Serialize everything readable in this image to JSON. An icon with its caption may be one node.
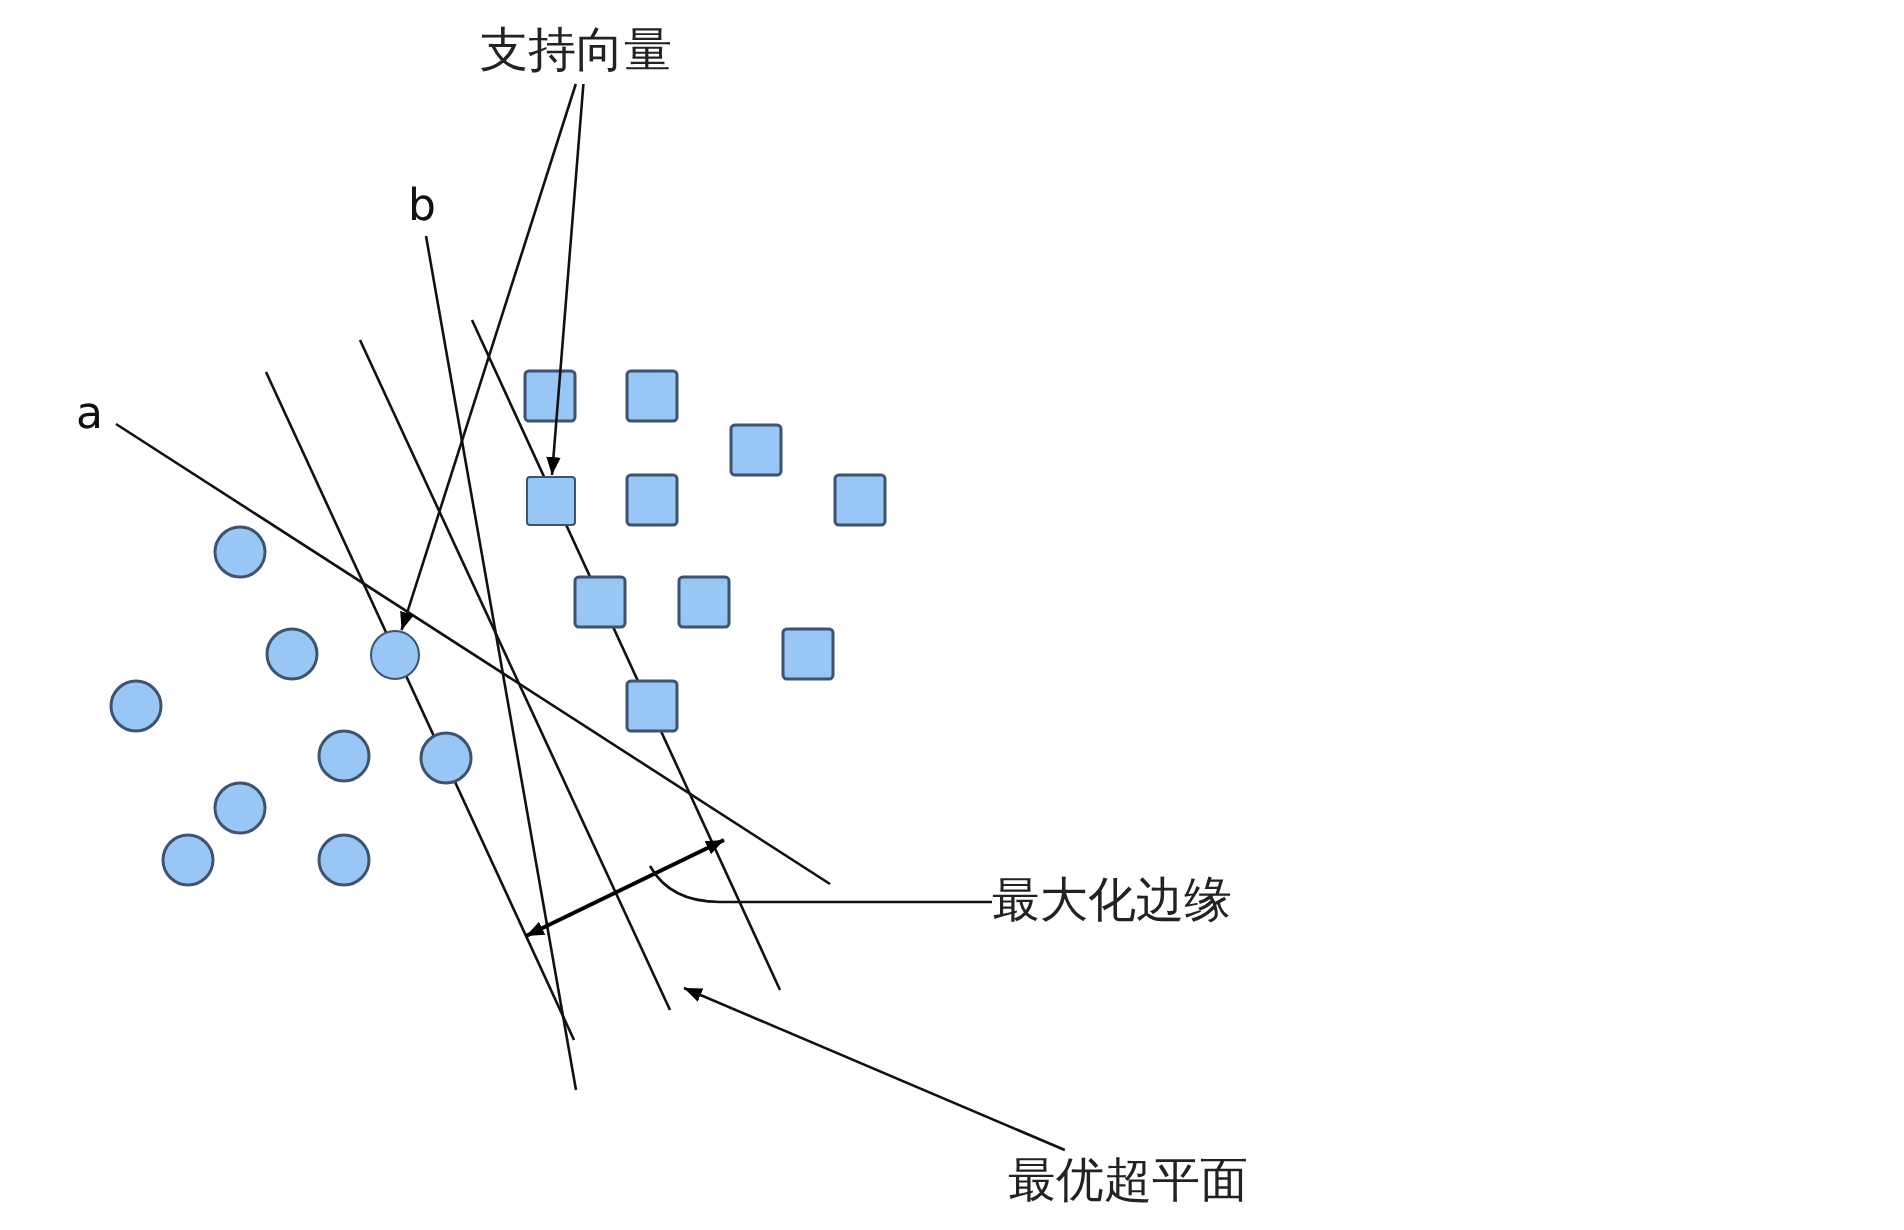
{
  "diagram": {
    "nodes": [
      {
        "text": [
          "支持向量"
        ]
      },
      {
        "text": [],
        "shape": "box"
      },
      {
        "text": [],
        "shape": "circle"
      },
      {
        "text": [
          "最大化边缘"
        ]
      },
      {
        "text": [
          "最优超平面"
        ]
      }
    ],
    "edges": [
      {
        "from": 0,
        "to": 1,
        "arrow": "to"
      },
      {
        "from": 0,
        "to": 2,
        "arrow": "to"
      },
      {
        "from": 3,
        "to": null,
        "arrow": "none"
      },
      {
        "from": 4,
        "to": null,
        "arrow": "to"
      }
    ],
    "labels": [
      "a",
      "b"
    ]
  }
}
